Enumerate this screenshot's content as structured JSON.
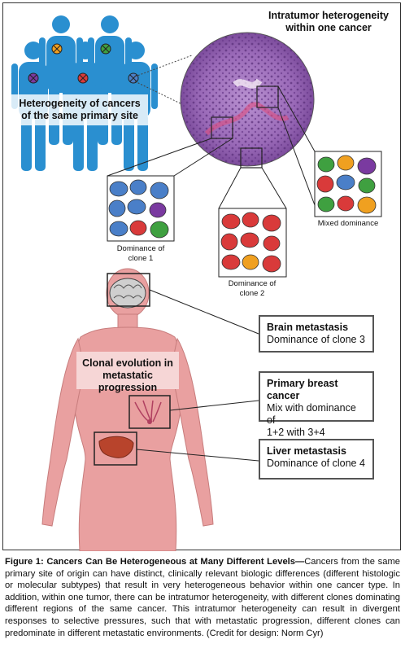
{
  "figure": {
    "heterogeneity_primary_site": [
      "Heterogeneity of cancers",
      "of the same primary site"
    ],
    "intratumor_title": [
      "Intratumor heterogeneity",
      "within one cancer"
    ],
    "clone1_label": [
      "Dominance of",
      "clone 1"
    ],
    "clone2_label": [
      "Dominance of",
      "clone 2"
    ],
    "mixed_label": "Mixed dominance",
    "clonal_evolution": [
      "Clonal evolution in",
      "metastatic progression"
    ],
    "boxes": [
      {
        "title": "Brain metastasis",
        "lines": [
          "Dominance of clone 3"
        ]
      },
      {
        "title": "Primary breast cancer",
        "lines": [
          "Mix with dominance of",
          "1+2 with 3+4"
        ]
      },
      {
        "title": "Liver metastasis",
        "lines": [
          "Dominance of clone 4"
        ]
      }
    ],
    "colors": {
      "human_blue": "#2a8fd0",
      "body_pink": "#e9a0a0",
      "clone_blue": "#4a7fc8",
      "clone_red": "#d93a3a",
      "clone_green": "#3fa040",
      "clone_orange": "#f0a020",
      "clone_purple": "#7a3aa0",
      "tissue_purple": "#9a6ab8"
    }
  },
  "caption": {
    "lead": "Figure 1:  Cancers Can Be Heterogeneous at Many Different Levels—",
    "body": "Cancers from the same primary site of origin can have distinct, clinically relevant biologic differences (different histologic or molecular subtypes) that result in very heterogeneous behavior within one cancer type. In addition, within one tumor, there can be intratumor heterogeneity, with different clones dominating different regions of the same cancer. This intratumor heterogeneity can result in divergent responses to selective pressures, such that with metastatic progression, different clones can predominate in different metastatic environments. (Credit for design: Norm Cyr)"
  }
}
